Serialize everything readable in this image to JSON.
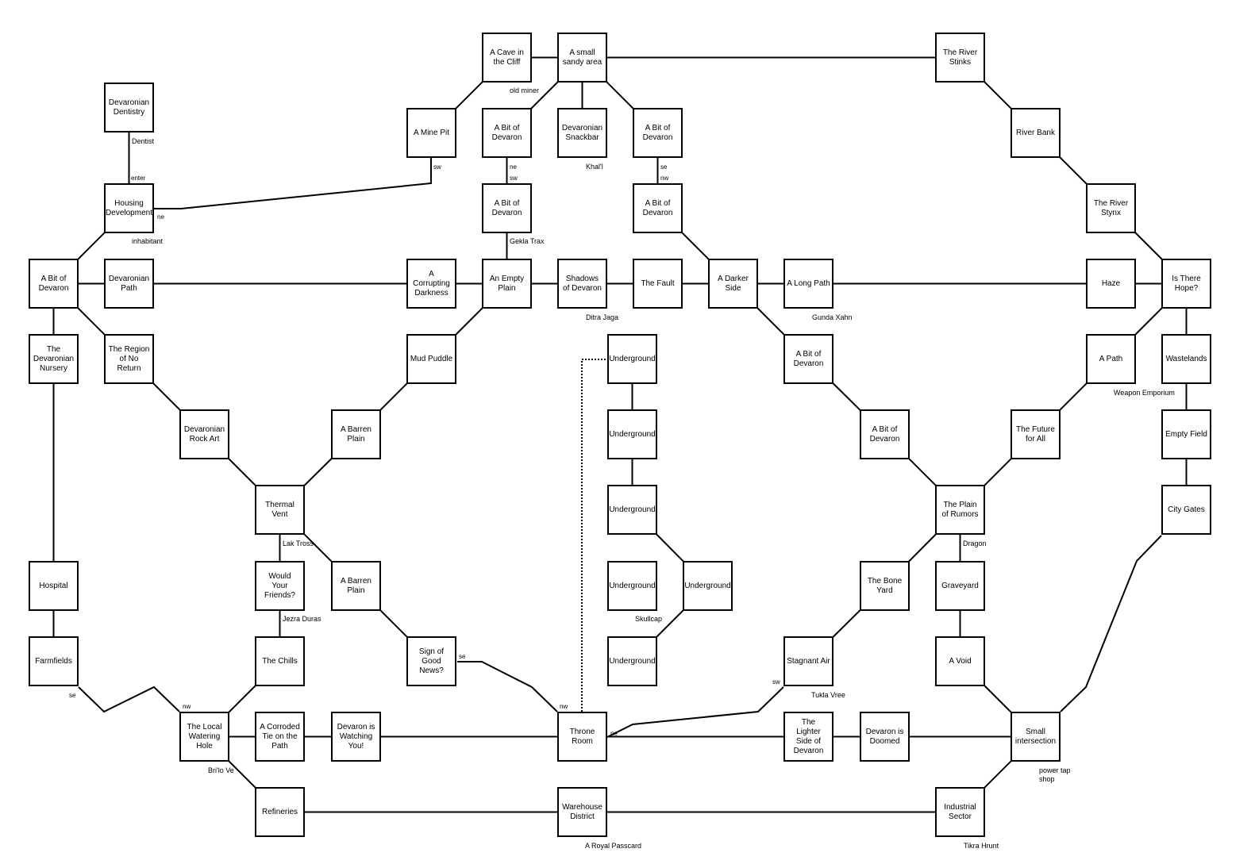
{
  "rooms": {
    "cave_cliff": "A Cave in\nthe Cliff",
    "sandy_area": "A small\nsandy area",
    "river_stinks": "The River\nStinks",
    "dentistry": "Devaronian\nDentistry",
    "mine_pit": "A Mine Pit",
    "bit_devaron_a": "A Bit of\nDevaron",
    "snackbar": "Devaronian\nSnackbar",
    "bit_devaron_b": "A Bit of\nDevaron",
    "river_bank": "River Bank",
    "housing": "Housing\nDevelopment",
    "bit_devaron_c": "A Bit of\nDevaron",
    "bit_devaron_d": "A Bit of\nDevaron",
    "river_stynx": "The River\nStynx",
    "bit_devaron_w": "A Bit of\nDevaron",
    "devaronian_path": "Devaronian\nPath",
    "corrupting": "A\nCorrupting\nDarkness",
    "empty_plain": "An Empty\nPlain",
    "shadows": "Shadows\nof Devaron",
    "fault": "The Fault",
    "darker_side": "A Darker\nSide",
    "long_path": "A Long Path",
    "haze": "Haze",
    "hope": "Is There\nHope?",
    "nursery": "The\nDevaronian\nNursery",
    "no_return": "The Region\nof No\nReturn",
    "mud_puddle": "Mud Puddle",
    "underground_1": "Underground",
    "bit_devaron_e": "A Bit of\nDevaron",
    "a_path": "A Path",
    "wastelands": "Wastelands",
    "rock_art": "Devaronian\nRock Art",
    "barren_plain_1": "A Barren\nPlain",
    "underground_2": "Underground",
    "bit_devaron_f": "A Bit of\nDevaron",
    "future": "The Future\nfor All",
    "empty_field": "Empty Field",
    "thermal_vent": "Thermal\nVent",
    "underground_3": "Underground",
    "plain_rumors": "The Plain\nof Rumors",
    "city_gates": "City Gates",
    "hospital": "Hospital",
    "friends": "Would\nYour\nFriends?",
    "barren_plain_2": "A Barren\nPlain",
    "underground_4": "Underground",
    "underground_5": "Underground",
    "bone_yard": "The Bone\nYard",
    "graveyard": "Graveyard",
    "farmfields": "Farmfields",
    "chills": "The Chills",
    "good_news": "Sign of\nGood\nNews?",
    "underground_6": "Underground",
    "stagnant_air": "Stagnant Air",
    "void": "A Void",
    "watering_hole": "The Local\nWatering\nHole",
    "corroded_tie": "A Corroded\nTie on the\nPath",
    "watching": "Devaron is\nWatching\nYou!",
    "throne_room": "Throne\nRoom",
    "lighter_side": "The\nLighter\nSide of\nDevaron",
    "doomed": "Devaron is\nDoomed",
    "small_intersection": "Small\nintersection",
    "refineries": "Refineries",
    "warehouse": "Warehouse\nDistrict",
    "industrial": "Industrial\nSector"
  },
  "labels": {
    "old_miner": "old miner",
    "dentist": "Dentist",
    "enter": "enter",
    "ne_housing": "ne",
    "inhabitant": "inhabitant",
    "sw_mine": "sw",
    "ne_bit_a": "ne",
    "sw_bit_a": "sw",
    "khall": "Khal'l",
    "se_bit_b": "se",
    "nw_bit_b": "nw",
    "gekla_trax": "Gekla Trax",
    "ditra_jaga": "Ditra Jaga",
    "gunda_xahn": "Gunda Xahn",
    "weapon_emporium": "Weapon Emporium",
    "lak_tross": "Lak Tross",
    "dragon": "Dragon",
    "jezra_duras": "Jezra Duras",
    "skullcap": "Skullcap",
    "se_good_news": "se",
    "sw_stagnant": "sw",
    "tukla_vree": "Tukla Vree",
    "se_farmfields": "se",
    "nw_watering": "nw",
    "nw_throne": "nw",
    "ne_throne": "ne",
    "brilo_ve": "Bri'lo Ve",
    "powertap_shop": "power tap\nshop",
    "royal_passcard": "A Royal Passcard",
    "tikra_hrunt": "Tikra Hrunt"
  }
}
